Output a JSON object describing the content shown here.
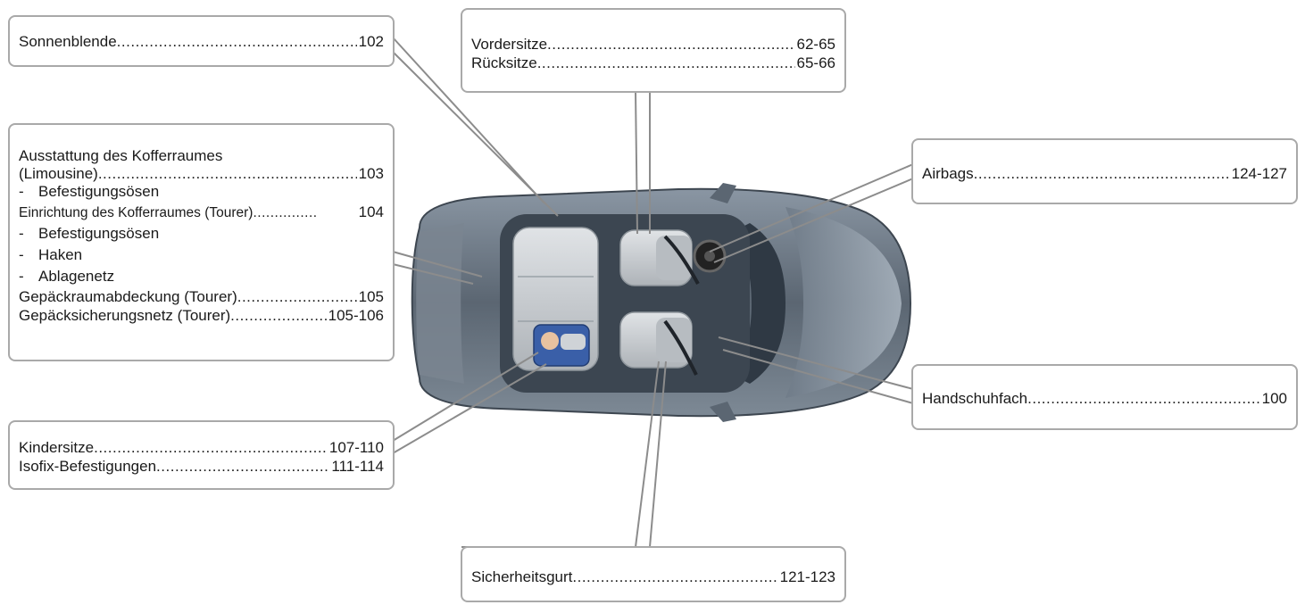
{
  "callouts": {
    "sonnenblende": {
      "label": "Sonnenblende",
      "page": "102"
    },
    "sitze": [
      {
        "label": "Vordersitze",
        "page": "62-65"
      },
      {
        "label": "Rücksitze",
        "page": "65-66"
      }
    ],
    "kofferraum": {
      "heading": "Ausstattung des Kofferraumes",
      "limousine": {
        "label": "(Limousine)",
        "page": "103"
      },
      "sub1": "Befestigungsösen",
      "einrichtung": {
        "label": "Einrichtung des Kofferraumes (Tourer)",
        "page": "104"
      },
      "sub2": "Befestigungsösen",
      "sub3": "Haken",
      "sub4": "Ablagenetz",
      "abdeckung": {
        "label": "Gepäckraumabdeckung (Tourer)",
        "page": "105"
      },
      "netz": {
        "label": "Gepäcksicherungsnetz (Tourer)",
        "page": "105-106"
      }
    },
    "airbags": {
      "label": "Airbags",
      "page": "124-127"
    },
    "handschuhfach": {
      "label": "Handschuhfach",
      "page": "100"
    },
    "kindersitze": [
      {
        "label": "Kindersitze",
        "page": "107-110"
      },
      {
        "label": "Isofix-Befestigungen",
        "page": "111-114"
      }
    ],
    "sicherheitsgurt": {
      "label": "Sicherheitsgurt",
      "page": "121-123"
    }
  },
  "dash": "-",
  "colors": {
    "border": "#a9a9a9",
    "leader": "#8c8c8c",
    "car_body": "#6b7682",
    "car_roof": "#4a5561",
    "seat": "#c9cdd1",
    "child_seat": "#3a5fa8"
  }
}
